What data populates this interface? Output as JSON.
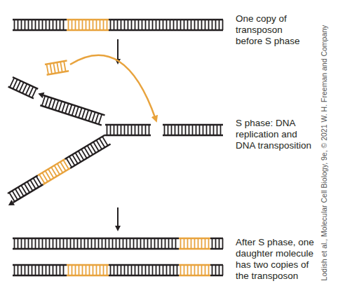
{
  "diagram": {
    "labels": [
      "One copy of transposon before S phase",
      "S phase: DNA replication and DNA transposition",
      "After S phase, one daughter molecule has two copies of the transposon",
      "Lodish et al., Molecular Cell Biology, 9e, © 2021 W. H. Freeman and Company"
    ]
  }
}
